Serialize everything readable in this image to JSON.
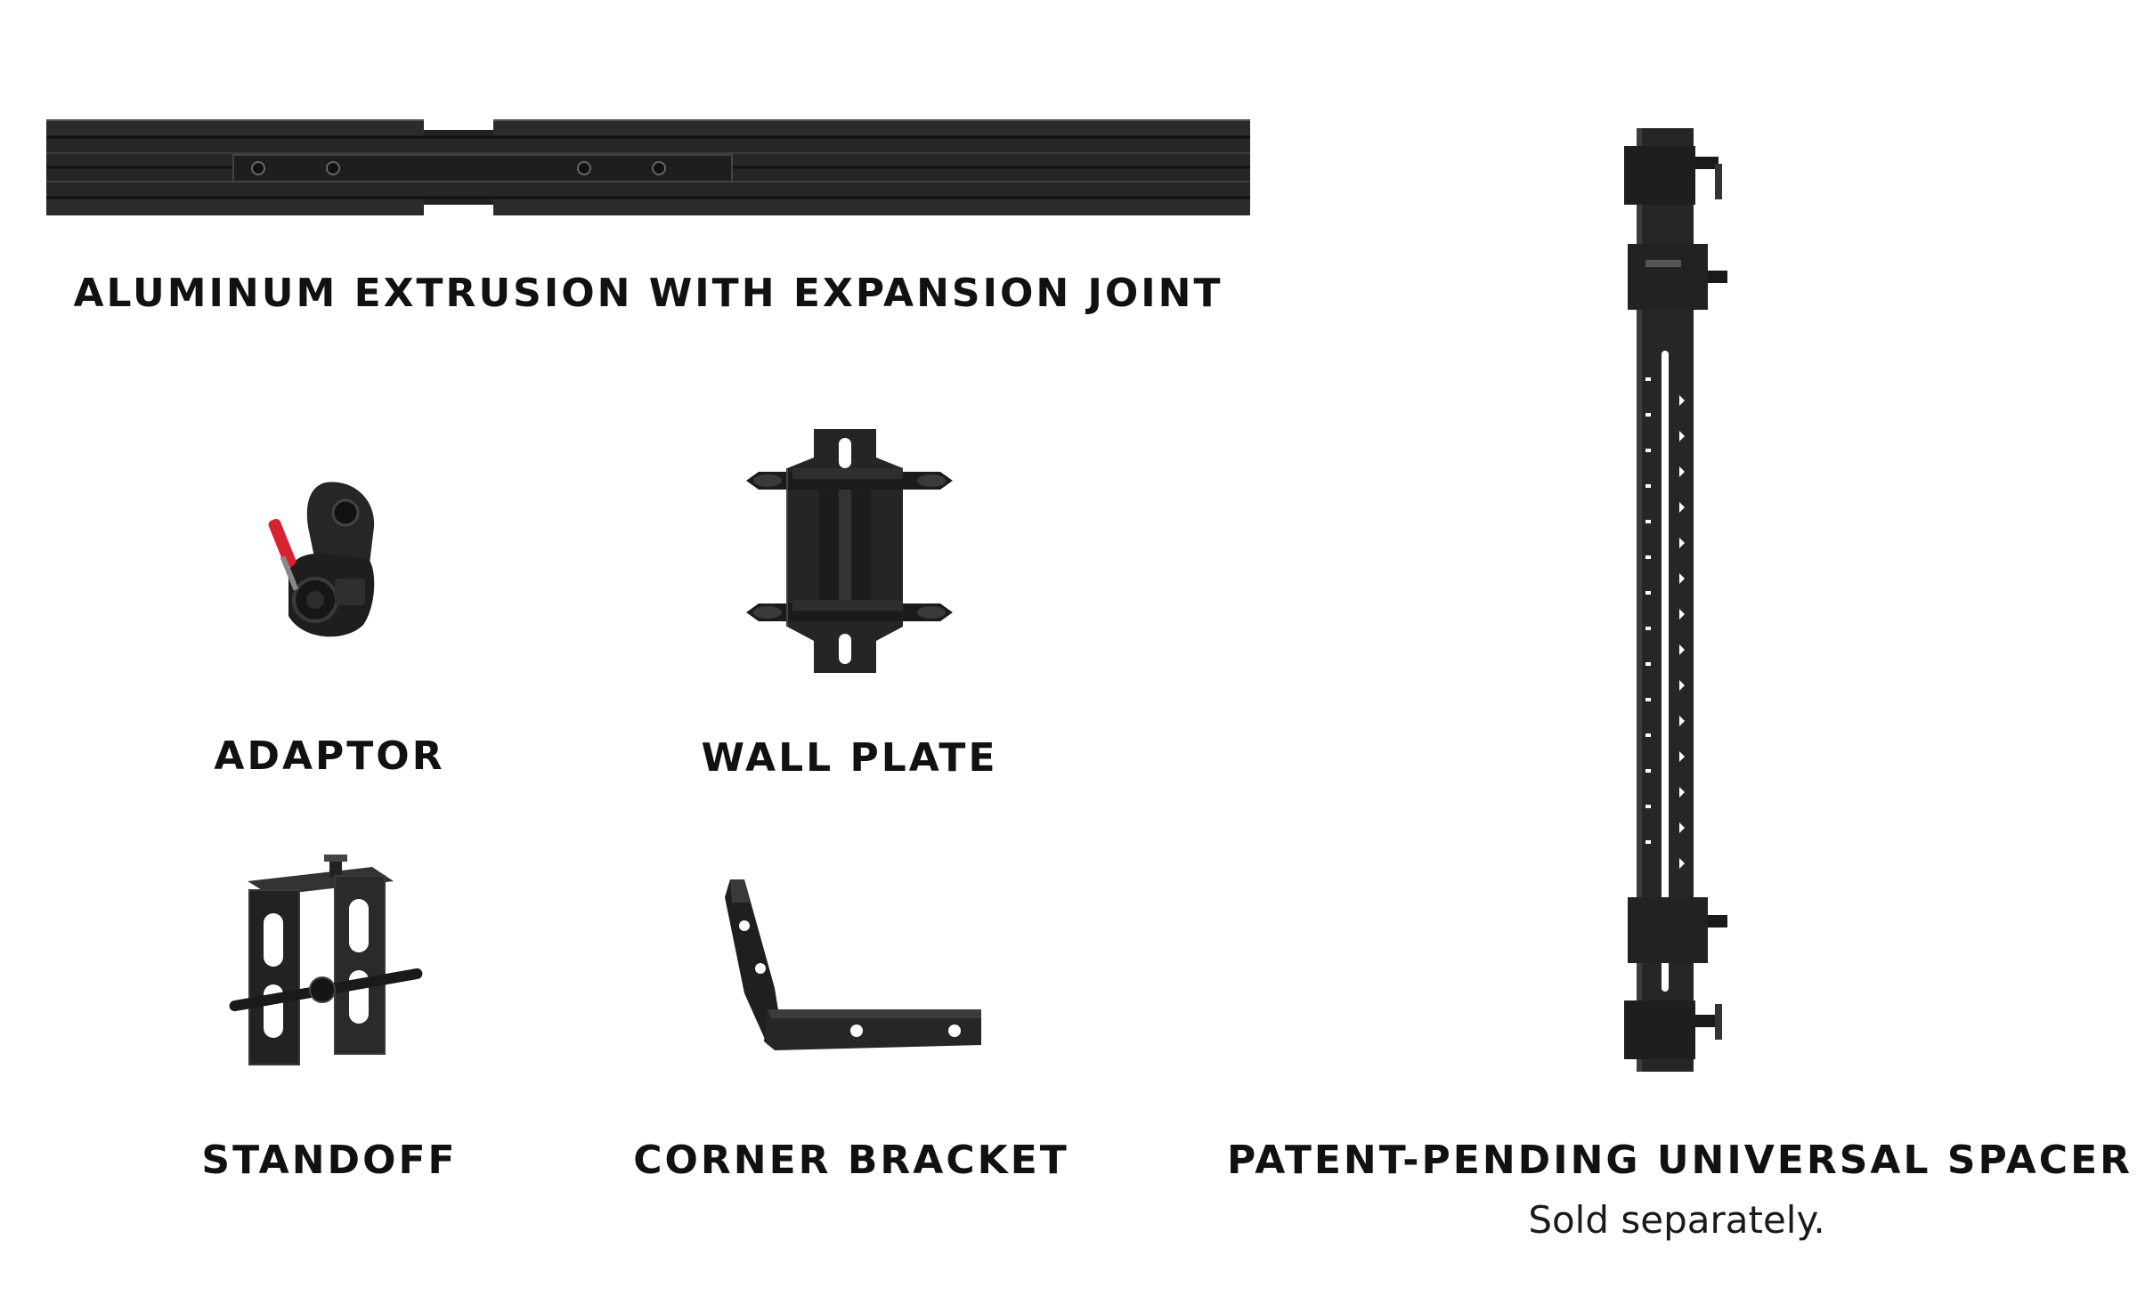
{
  "products": {
    "extrusion": {
      "label": "ALUMINUM EXTRUSION WITH EXPANSION JOINT",
      "icon": "aluminum-extrusion-image"
    },
    "adaptor": {
      "label": "ADAPTOR",
      "icon": "adaptor-image"
    },
    "wall_plate": {
      "label": "WALL PLATE",
      "icon": "wall-plate-image"
    },
    "standoff": {
      "label": "STANDOFF",
      "icon": "standoff-image"
    },
    "corner_bracket": {
      "label": "CORNER BRACKET",
      "icon": "corner-bracket-image"
    },
    "spacer": {
      "label": "PATENT-PENDING UNIVERSAL SPACER",
      "note": "Sold separately.",
      "icon": "universal-spacer-image"
    }
  },
  "colors": {
    "background": "#ffffff",
    "text": "#111111",
    "metal": "#2b2b2b",
    "metal_dark": "#161616",
    "metal_highlight": "#4a4a4a",
    "accent_red": "#d8222f"
  }
}
